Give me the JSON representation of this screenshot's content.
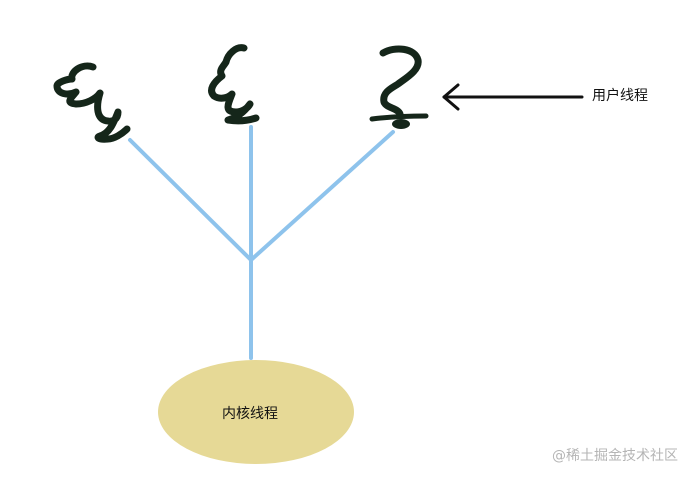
{
  "diagram": {
    "user_thread_label": "用户线程",
    "kernel_thread_label": "内核线程",
    "watermark": "@稀土掘金技术社区",
    "colors": {
      "connector": "#8ec3ec",
      "kernel_fill": "#e6d996",
      "ink": "#15261a",
      "arrow": "#111111",
      "watermark": "#b5b5b5"
    }
  }
}
